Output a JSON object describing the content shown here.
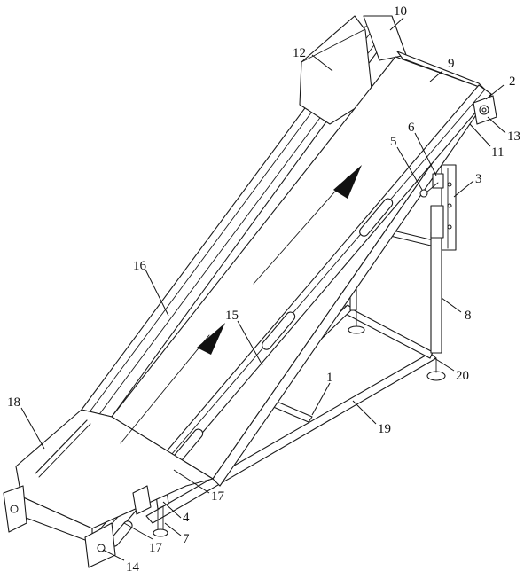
{
  "labels": {
    "l1": "1",
    "l2": "2",
    "l3": "3",
    "l4": "4",
    "l5": "5",
    "l6": "6",
    "l7": "7",
    "l8": "8",
    "l9": "9",
    "l10": "10",
    "l11": "11",
    "l12": "12",
    "l13": "13",
    "l14": "14",
    "l15": "15",
    "l16": "16",
    "l17a": "17",
    "l17b": "17",
    "l18": "18",
    "l19": "19",
    "l20": "20"
  },
  "colors": {
    "line": "#1a1a1a",
    "background": "#ffffff",
    "arrow": "#111111"
  }
}
